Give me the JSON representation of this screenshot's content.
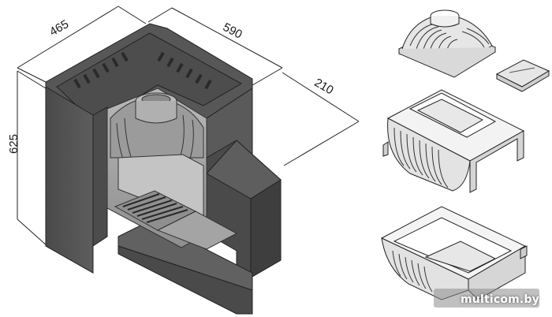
{
  "dimensions": {
    "width": "465",
    "depth": "590",
    "extension": "210",
    "height": "625"
  },
  "watermark": "multicom.by",
  "colors": {
    "stove_body": "#555555",
    "stove_dark": "#3f3f3f",
    "stove_light": "#6b6b6b",
    "firebox": "#a9a9a9",
    "firebox_light": "#cfcfcf",
    "line": "#222222",
    "background": "#ffffff"
  }
}
